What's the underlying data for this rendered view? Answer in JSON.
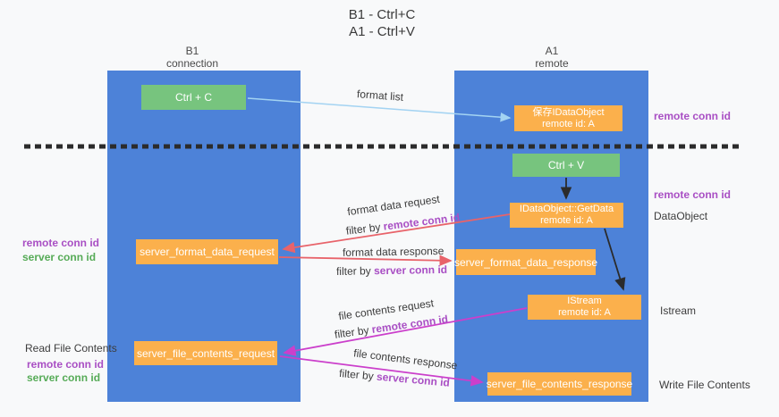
{
  "title": {
    "line1": "B1 - Ctrl+C",
    "line2": "A1 - Ctrl+V"
  },
  "columns": {
    "left": {
      "title": "B1",
      "subtitle": "connection"
    },
    "right": {
      "title": "A1",
      "subtitle": "remote"
    }
  },
  "nodes": {
    "ctrl_c": {
      "label": "Ctrl + C"
    },
    "ctrl_v": {
      "label": "Ctrl + V"
    },
    "save_dataobject": {
      "line1": "保存IDataObject",
      "line2": "remote id: A"
    },
    "getdata": {
      "line1": "IDataObject::GetData",
      "line2": "remote id: A"
    },
    "istream": {
      "line1": "IStream",
      "line2": "remote id: A"
    },
    "server_format_data_request": {
      "label": "server_format_data_request"
    },
    "server_format_data_response": {
      "label": "server_format_data_response"
    },
    "server_file_contents_request": {
      "label": "server_file_contents_request"
    },
    "server_file_contents_response": {
      "label": "server_file_contents_response"
    }
  },
  "flow_labels": {
    "format_list": "format list",
    "format_data_request": "format data request",
    "format_data_response": "format data response",
    "file_contents_request": "file contents request",
    "file_contents_response": "file contents response",
    "filter_by": "filter by",
    "remote_conn_id": "remote conn id",
    "server_conn_id": "server conn id"
  },
  "side_labels": {
    "remote_conn_id": "remote conn id",
    "server_conn_id": "server conn id",
    "dataobject": "DataObject",
    "istream": "Istream",
    "read_file_contents": "Read File Contents",
    "write_file_contents": "Write File Contents"
  },
  "colors": {
    "column_blue": "#4d82d8",
    "box_green": "#77c47e",
    "box_orange": "#fbb04c",
    "text_purple": "#a94fc4",
    "text_green": "#56ab57",
    "arrow_lightblue": "#a3d3f2",
    "arrow_red": "#e8636a",
    "arrow_magenta": "#cb3fcb",
    "arrow_black": "#2b2b2b"
  }
}
